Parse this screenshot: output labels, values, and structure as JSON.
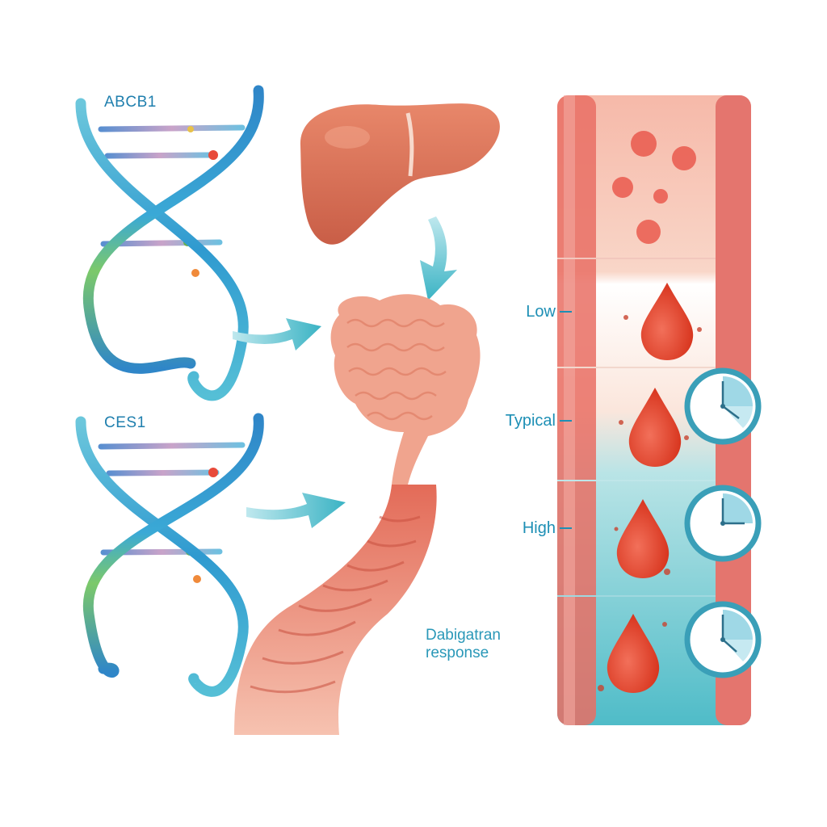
{
  "genes": [
    {
      "label": "ABCB1"
    },
    {
      "label": "CES1"
    }
  ],
  "levels": [
    {
      "label": "Low"
    },
    {
      "label": "Typical"
    },
    {
      "label": "High"
    }
  ],
  "response": {
    "line1": "Dabigatran",
    "line2": "response"
  },
  "colors": {
    "helix_blue": "#2f86c8",
    "helix_green": "#7cc96a",
    "organ": "#e2765a",
    "vessel_wall": "#e4756e",
    "blood_drop": "#e5442e",
    "teal": "#3fb6c6",
    "label": "#1d8fb5"
  },
  "icons": [
    "dna-icon",
    "liver-icon",
    "intestine-icon",
    "arrow-icon",
    "blood-drop-icon",
    "clock-icon",
    "blood-cell-icon"
  ]
}
